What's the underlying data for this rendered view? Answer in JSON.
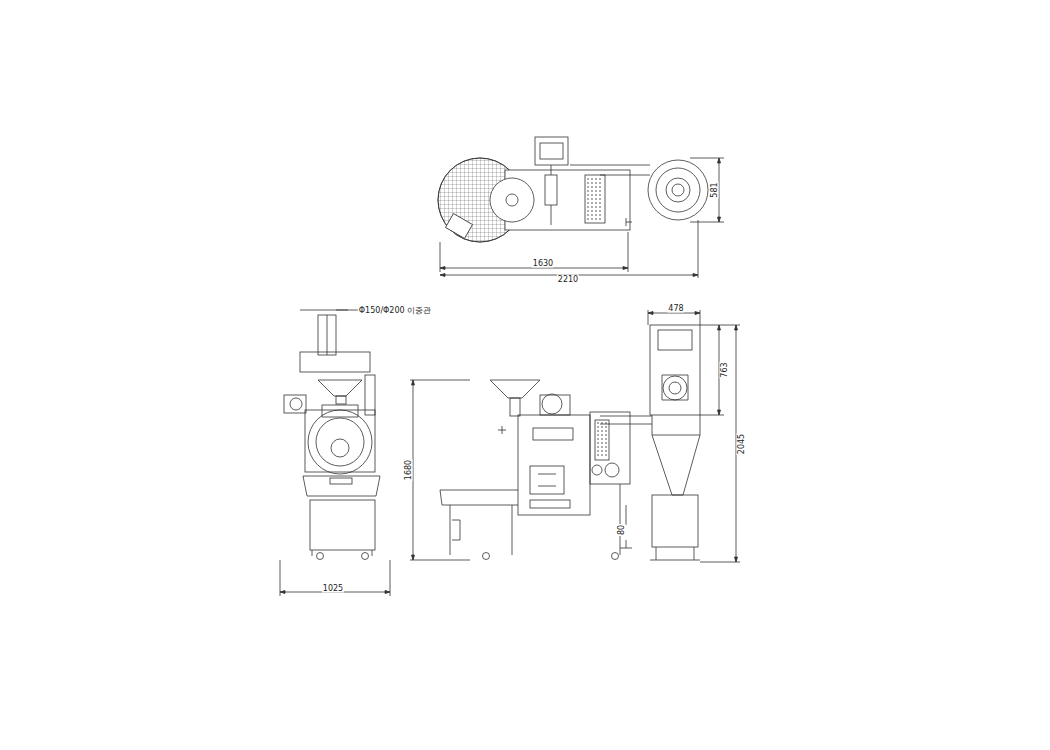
{
  "diagram": {
    "labels": [
      "1630",
      "2210",
      "581",
      "Φ150/Φ200 이중관",
      "1025",
      "1680",
      "478",
      "763",
      "2045",
      "80"
    ]
  }
}
